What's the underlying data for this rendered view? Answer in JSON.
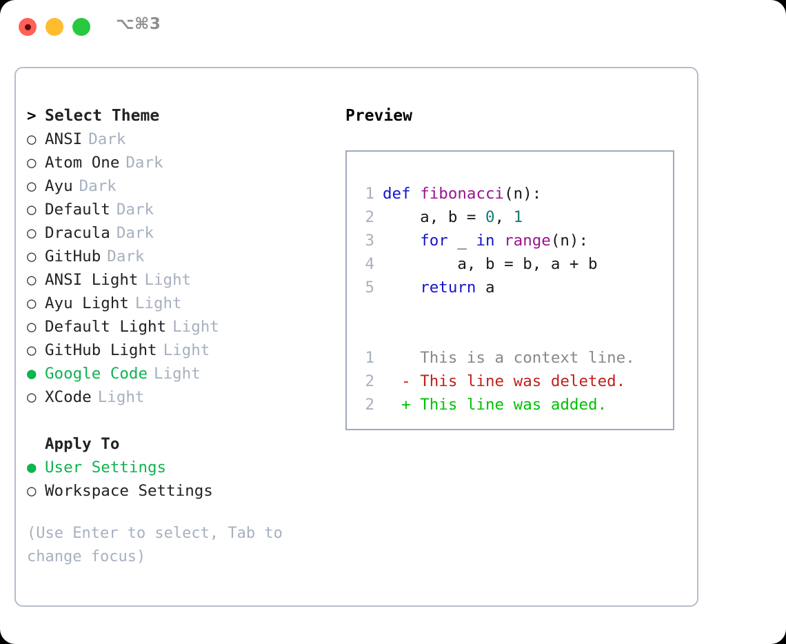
{
  "window": {
    "shortcut": "⌥⌘3",
    "traffic_lights": [
      "close-button",
      "minimize-button",
      "zoom-button"
    ]
  },
  "colors": {
    "accent_green": "#0fb350",
    "badge_gray": "#a7b0c0",
    "panel_border": "#b5bdcb",
    "preview_border": "#9fa9bb",
    "keyword_blue": "#1414cc",
    "function_purple": "#99158f",
    "number_teal": "#117b77",
    "diff_added": "#00c000",
    "diff_deleted": "#c0201a",
    "diff_context": "#888888",
    "line_number": "#a8b0be"
  },
  "theme_list": {
    "header": "Select Theme",
    "header_marker": ">",
    "marker_unselected": "○",
    "marker_selected": "●",
    "items": [
      {
        "name": "ANSI",
        "badge": "Dark",
        "selected": false
      },
      {
        "name": "Atom One",
        "badge": "Dark",
        "selected": false
      },
      {
        "name": "Ayu",
        "badge": "Dark",
        "selected": false
      },
      {
        "name": "Default",
        "badge": "Dark",
        "selected": false
      },
      {
        "name": "Dracula",
        "badge": "Dark",
        "selected": false
      },
      {
        "name": "GitHub",
        "badge": "Dark",
        "selected": false
      },
      {
        "name": "ANSI Light",
        "badge": "Light",
        "selected": false
      },
      {
        "name": "Ayu Light",
        "badge": "Light",
        "selected": false
      },
      {
        "name": "Default Light",
        "badge": "Light",
        "selected": false
      },
      {
        "name": "GitHub Light",
        "badge": "Light",
        "selected": false
      },
      {
        "name": "Google Code",
        "badge": "Light",
        "selected": true
      },
      {
        "name": "XCode",
        "badge": "Light",
        "selected": false
      }
    ]
  },
  "apply_to": {
    "header": "Apply To",
    "items": [
      {
        "name": "User Settings",
        "selected": true
      },
      {
        "name": "Workspace Settings",
        "selected": false
      }
    ]
  },
  "hint": "(Use Enter to select, Tab to change focus)",
  "preview": {
    "title": "Preview",
    "code": [
      {
        "num": "1",
        "tokens": [
          {
            "t": "def ",
            "c": "kw"
          },
          {
            "t": "fibonacci",
            "c": "fn"
          },
          {
            "t": "(n):",
            "c": "punc"
          }
        ]
      },
      {
        "num": "2",
        "tokens": [
          {
            "t": "    a, b = ",
            "c": "plain"
          },
          {
            "t": "0",
            "c": "num"
          },
          {
            "t": ", ",
            "c": "plain"
          },
          {
            "t": "1",
            "c": "num"
          }
        ]
      },
      {
        "num": "3",
        "tokens": [
          {
            "t": "    ",
            "c": "plain"
          },
          {
            "t": "for",
            "c": "kw"
          },
          {
            "t": " _ ",
            "c": "plain"
          },
          {
            "t": "in",
            "c": "kw"
          },
          {
            "t": " ",
            "c": "plain"
          },
          {
            "t": "range",
            "c": "fn"
          },
          {
            "t": "(n):",
            "c": "punc"
          }
        ]
      },
      {
        "num": "4",
        "tokens": [
          {
            "t": "        a, b = b, a + b",
            "c": "plain"
          }
        ]
      },
      {
        "num": "5",
        "tokens": [
          {
            "t": "    ",
            "c": "plain"
          },
          {
            "t": "return",
            "c": "kw"
          },
          {
            "t": " a",
            "c": "plain"
          }
        ]
      }
    ],
    "diff": [
      {
        "num": "1",
        "sign": " ",
        "text": "This is a context line.",
        "kind": "diff-ctx"
      },
      {
        "num": "2",
        "sign": "-",
        "text": "This line was deleted.",
        "kind": "diff-del"
      },
      {
        "num": "2",
        "sign": "+",
        "text": "This line was added.",
        "kind": "diff-add"
      }
    ]
  }
}
